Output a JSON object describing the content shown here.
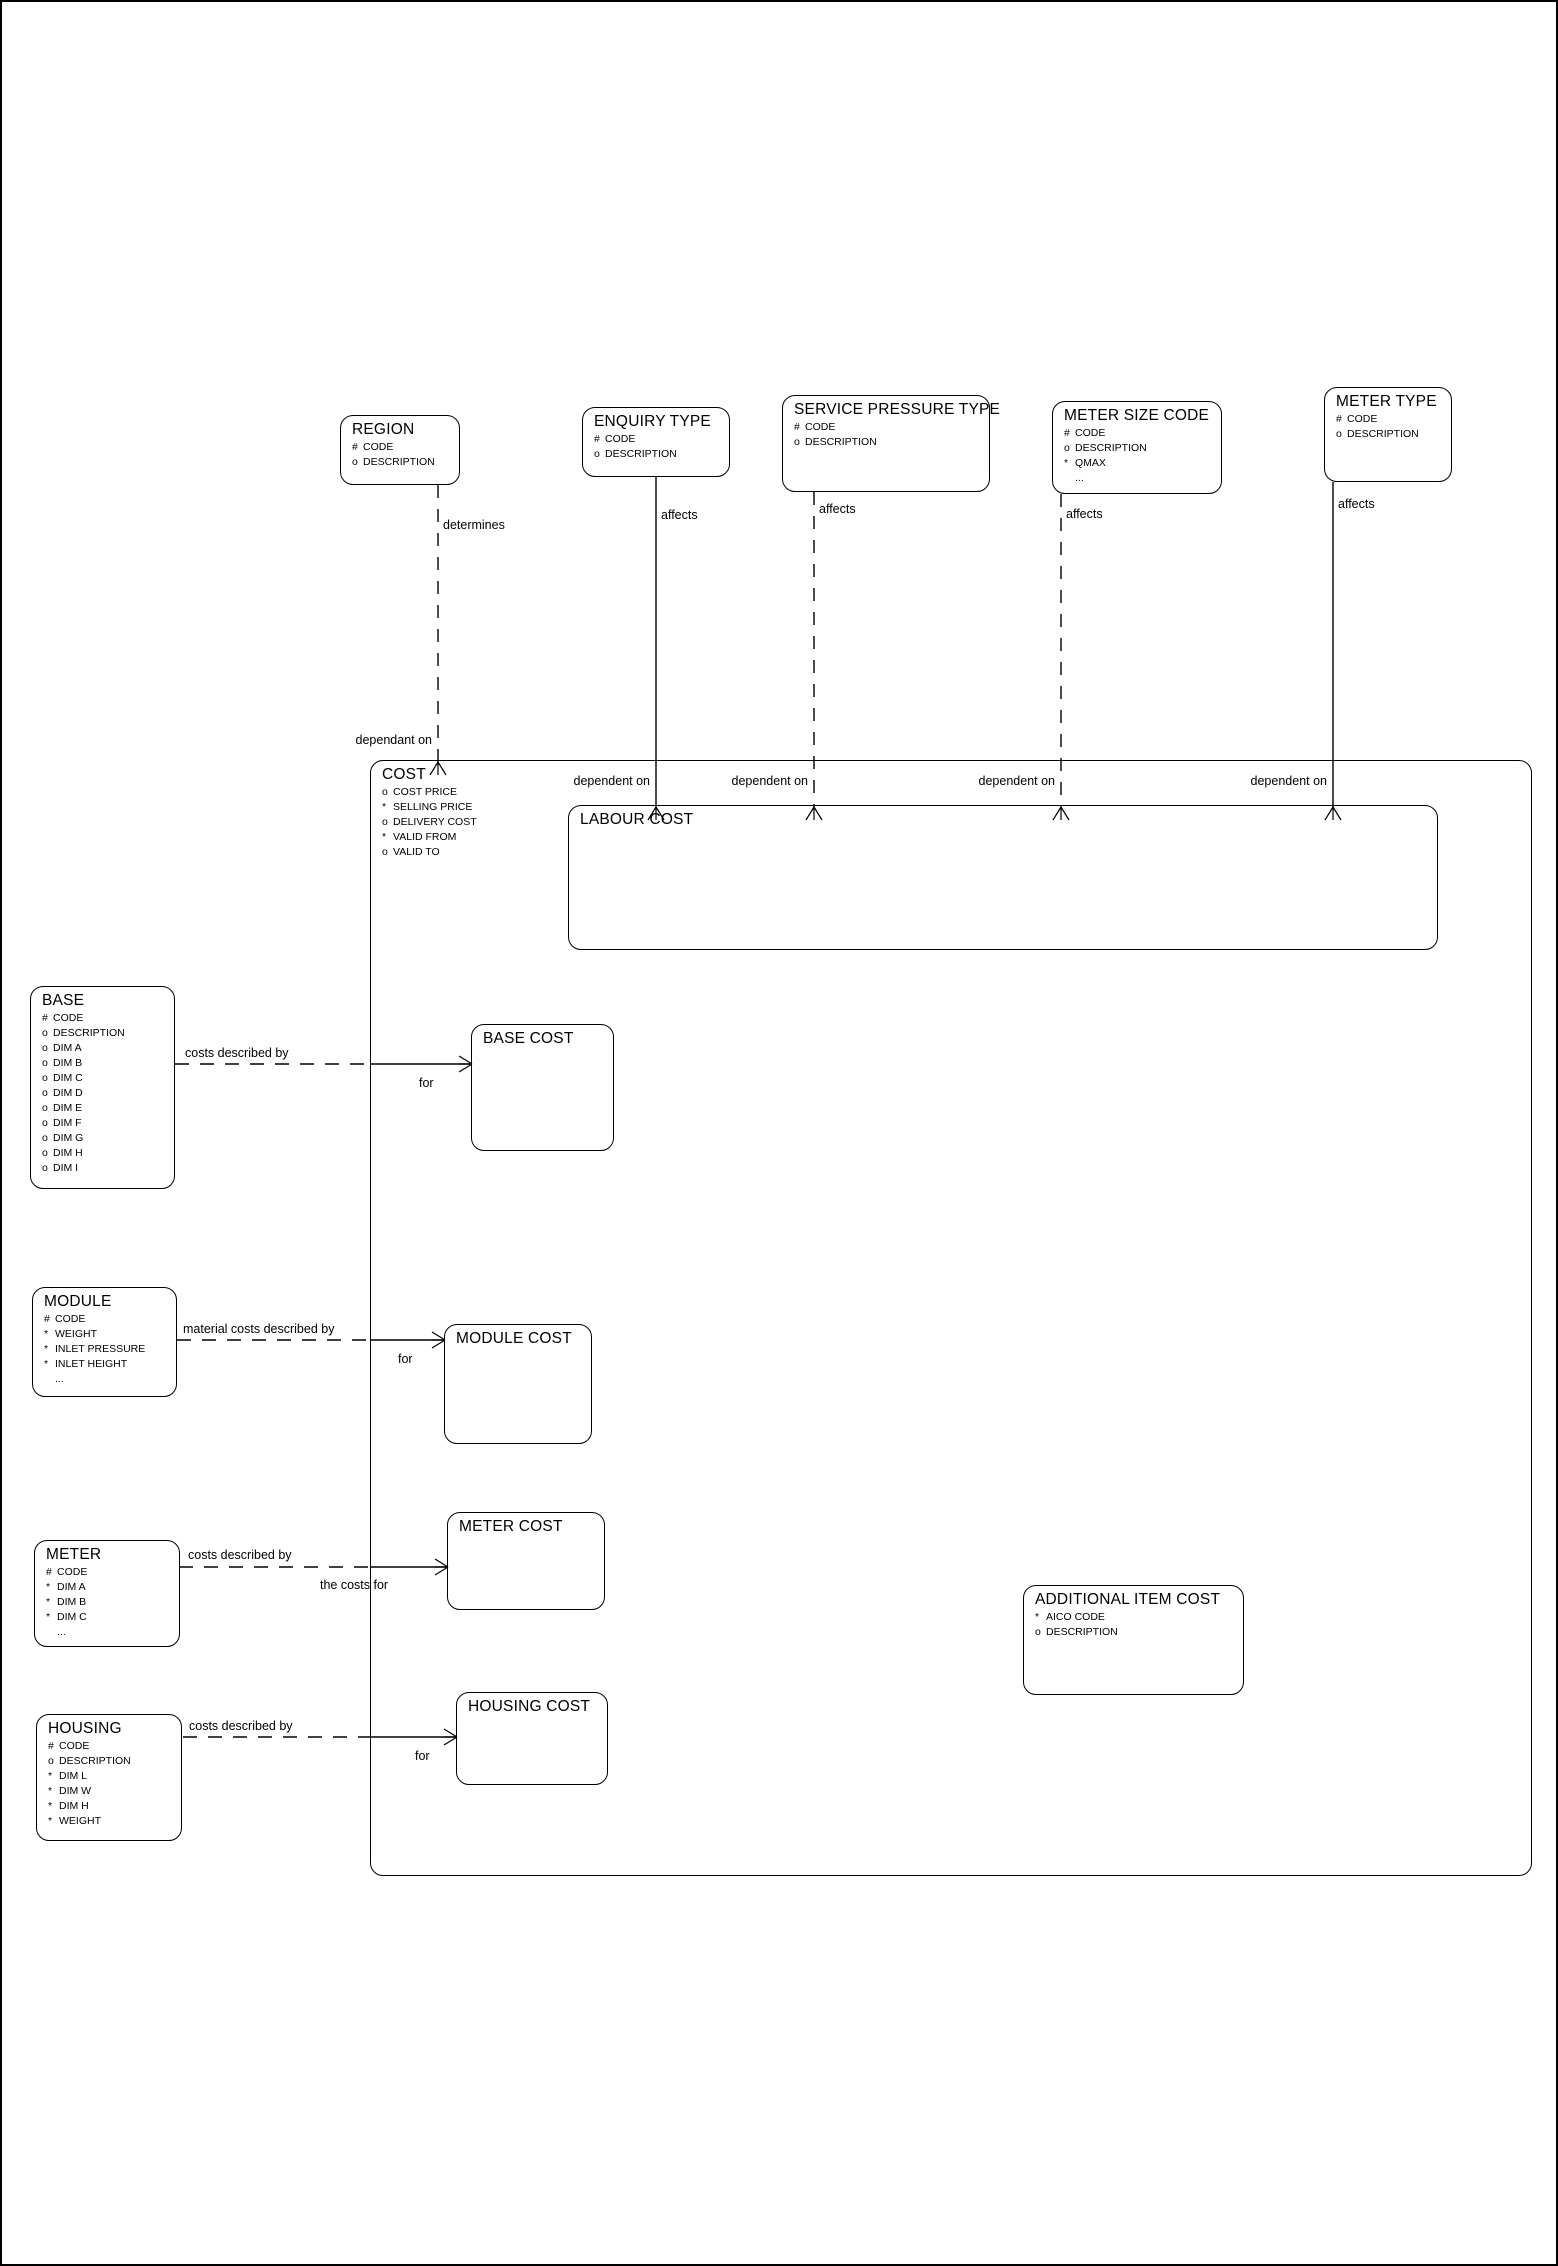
{
  "diagram": {
    "title": "Cost Entity Relationship Diagram",
    "type": "entity-relationship",
    "background": "#ffffff",
    "line_color": "#000000"
  },
  "entities": [
    {
      "id": "region",
      "name": "REGION",
      "attributes": [
        {
          "marker": "#",
          "label": "CODE"
        },
        {
          "marker": "o",
          "label": "DESCRIPTION"
        }
      ]
    },
    {
      "id": "enquiry-type",
      "name": "ENQUIRY TYPE",
      "attributes": [
        {
          "marker": "#",
          "label": "CODE"
        },
        {
          "marker": "o",
          "label": "DESCRIPTION"
        }
      ]
    },
    {
      "id": "service-pressure-type",
      "name": "SERVICE PRESSURE TYPE",
      "attributes": [
        {
          "marker": "#",
          "label": "CODE"
        },
        {
          "marker": "o",
          "label": "DESCRIPTION"
        }
      ]
    },
    {
      "id": "meter-size-code",
      "name": "METER SIZE CODE",
      "attributes": [
        {
          "marker": "#",
          "label": "CODE"
        },
        {
          "marker": "o",
          "label": "DESCRIPTION"
        },
        {
          "marker": "*",
          "label": "QMAX"
        },
        {
          "marker": "",
          "label": "..."
        }
      ]
    },
    {
      "id": "meter-type",
      "name": "METER TYPE",
      "attributes": [
        {
          "marker": "#",
          "label": "CODE"
        },
        {
          "marker": "o",
          "label": "DESCRIPTION"
        }
      ]
    },
    {
      "id": "cost",
      "name": "COST",
      "attributes": [
        {
          "marker": "o",
          "label": "COST PRICE"
        },
        {
          "marker": "*",
          "label": "SELLING PRICE"
        },
        {
          "marker": "o",
          "label": "DELIVERY COST"
        },
        {
          "marker": "*",
          "label": "VALID FROM"
        },
        {
          "marker": "o",
          "label": "VALID TO"
        }
      ]
    },
    {
      "id": "labour-cost",
      "name": "LABOUR COST",
      "attributes": []
    },
    {
      "id": "base",
      "name": "BASE",
      "attributes": [
        {
          "marker": "#",
          "label": "CODE"
        },
        {
          "marker": "o",
          "label": "DESCRIPTION"
        },
        {
          "marker": "o",
          "label": "DIM A"
        },
        {
          "marker": "o",
          "label": "DIM B"
        },
        {
          "marker": "o",
          "label": "DIM C"
        },
        {
          "marker": "o",
          "label": "DIM D"
        },
        {
          "marker": "o",
          "label": "DIM E"
        },
        {
          "marker": "o",
          "label": "DIM F"
        },
        {
          "marker": "o",
          "label": "DIM G"
        },
        {
          "marker": "o",
          "label": "DIM H"
        },
        {
          "marker": "o",
          "label": "DIM I"
        }
      ]
    },
    {
      "id": "base-cost",
      "name": "BASE COST",
      "attributes": []
    },
    {
      "id": "module",
      "name": "MODULE",
      "attributes": [
        {
          "marker": "#",
          "label": "CODE"
        },
        {
          "marker": "*",
          "label": "WEIGHT"
        },
        {
          "marker": "*",
          "label": "INLET PRESSURE"
        },
        {
          "marker": "*",
          "label": "INLET HEIGHT"
        },
        {
          "marker": "",
          "label": "..."
        }
      ]
    },
    {
      "id": "module-cost",
      "name": "MODULE COST",
      "attributes": []
    },
    {
      "id": "meter",
      "name": "METER",
      "attributes": [
        {
          "marker": "#",
          "label": "CODE"
        },
        {
          "marker": "*",
          "label": "DIM A"
        },
        {
          "marker": "*",
          "label": "DIM B"
        },
        {
          "marker": "*",
          "label": "DIM C"
        },
        {
          "marker": "",
          "label": "..."
        }
      ]
    },
    {
      "id": "meter-cost",
      "name": "METER COST",
      "attributes": []
    },
    {
      "id": "housing",
      "name": "HOUSING",
      "attributes": [
        {
          "marker": "#",
          "label": "CODE"
        },
        {
          "marker": "o",
          "label": "DESCRIPTION"
        },
        {
          "marker": "*",
          "label": "DIM L"
        },
        {
          "marker": "*",
          "label": "DIM W"
        },
        {
          "marker": "*",
          "label": "DIM H"
        },
        {
          "marker": "*",
          "label": "WEIGHT"
        }
      ]
    },
    {
      "id": "housing-cost",
      "name": "HOUSING COST",
      "attributes": []
    },
    {
      "id": "additional-item-cost",
      "name": "ADDITIONAL ITEM COST",
      "attributes": [
        {
          "marker": "*",
          "label": "AICO CODE"
        },
        {
          "marker": "o",
          "label": "DESCRIPTION"
        }
      ]
    }
  ],
  "relationship_labels": {
    "determines": "determines",
    "affects_1": "affects",
    "affects_2": "affects",
    "affects_3": "affects",
    "affects_4": "affects",
    "dependant_on": "dependant on",
    "dependent_on_1": "dependent on",
    "dependent_on_2": "dependent on",
    "dependent_on_3": "dependent on",
    "dependent_on_4": "dependent on",
    "base_costs_described_by": "costs described by",
    "base_for": "for",
    "module_material_costs_described_by": "material costs described by",
    "module_for": "for",
    "meter_costs_described_by": "costs described by",
    "meter_the_costs_for": "the costs for",
    "housing_costs_described_by": "costs described by",
    "housing_for": "for"
  }
}
